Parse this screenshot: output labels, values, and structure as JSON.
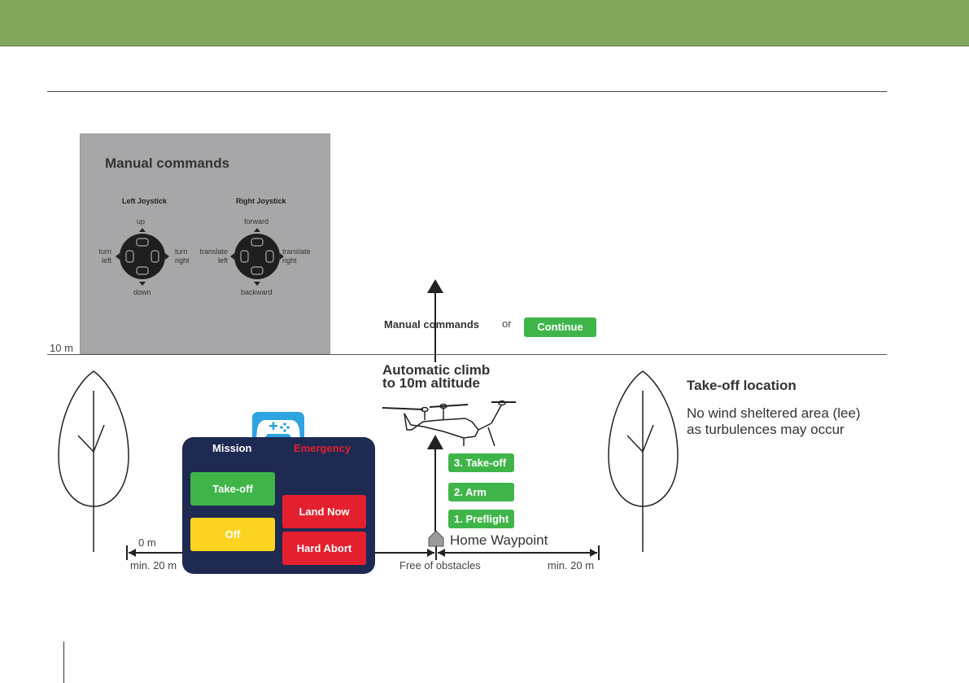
{
  "manual_panel": {
    "title": "Manual commands",
    "left_joystick": {
      "title": "Left Joystick",
      "up": "up",
      "down": "down",
      "left": "turn\nleft",
      "right": "turn\nright"
    },
    "right_joystick": {
      "title": "Right Joystick",
      "up": "forward",
      "down": "backward",
      "left": "translate\nleft",
      "right": "translate\nright"
    }
  },
  "altitude_label": "10 m",
  "choice": {
    "manual_label": "Manual commands",
    "or_label": "or",
    "continue_label": "Continue"
  },
  "climb_label": "Automatic climb\nto 10m altitude",
  "takeoff_location": {
    "title": "Take-off location",
    "description": "No wind sheltered area (lee)\nas turbulences may occur"
  },
  "steps": [
    "3. Take-off",
    "2. Arm",
    "1. Preflight"
  ],
  "home_label": "Home Waypoint",
  "distance": {
    "zero": "0 m",
    "min_left": "min. 20 m",
    "free": "Free of obstacles",
    "min_right": "min. 20 m"
  },
  "controller": {
    "mission_head": "Mission",
    "emergency_head": "Emergency",
    "takeoff_label": "Take-off",
    "off_label": "Off",
    "land_label": "Land Now",
    "abort_label": "Hard Abort"
  },
  "colors": {
    "header": "#82a55c",
    "green": "#3fb549",
    "red": "#e5202e",
    "yellow": "#fcd321",
    "navy": "#1e2a52",
    "blue": "#2da3e0",
    "panel_gray": "#a7a7a9"
  }
}
